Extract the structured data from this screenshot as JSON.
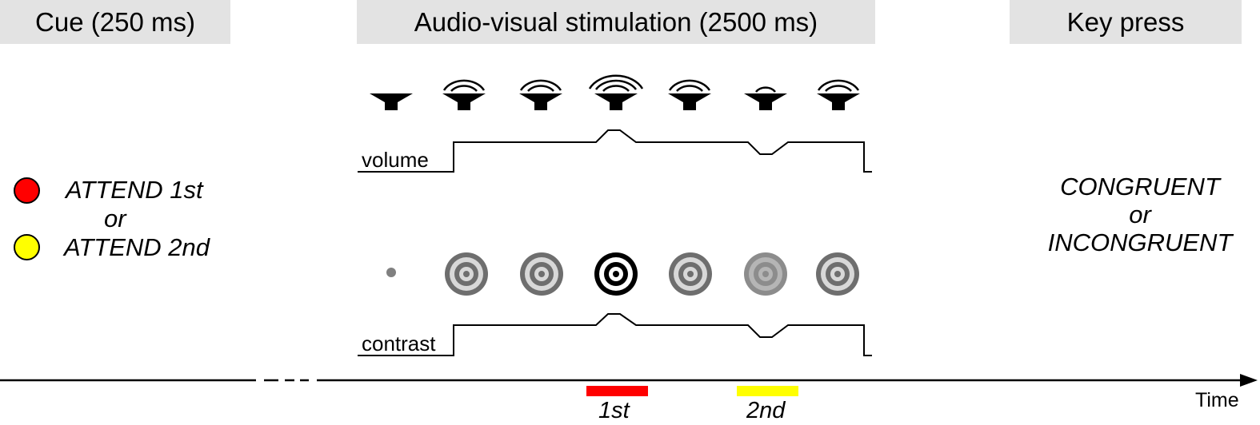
{
  "headers": {
    "cue": "Cue (250 ms)",
    "stimulation": "Audio-visual stimulation (2500 ms)",
    "keypress": "Key press"
  },
  "cue": {
    "attend_first": "ATTEND 1st",
    "or": "or",
    "attend_second": "ATTEND 2nd",
    "colors": {
      "first": "#ff0000",
      "second": "#ffff00"
    }
  },
  "response": {
    "congruent": "CONGRUENT",
    "or": "or",
    "incongruent": "INCONGRUENT"
  },
  "labels": {
    "volume": "volume",
    "contrast": "contrast",
    "time": "Time"
  },
  "markers": {
    "first": {
      "label": "1st",
      "color": "#ff0000"
    },
    "second": {
      "label": "2nd",
      "color": "#ffff00"
    }
  }
}
